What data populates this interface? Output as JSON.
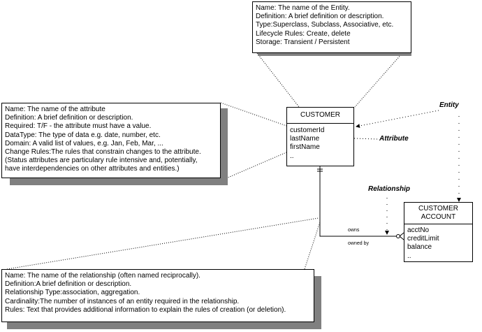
{
  "entity_note": {
    "lines": [
      "Name: The name of the Entity.",
      "Definition: A brief definition or description.",
      "Type:Superclass, Subclass, Associative, etc.",
      "Lifecycle Rules: Create, delete",
      "Storage: Transient / Persistent"
    ]
  },
  "attribute_note": {
    "lines": [
      "Name: The name of the attribute",
      "Definition: A brief definition or description.",
      "Required: T/F - the attribute must have a value.",
      "DataType: The type of data e.g. date, number, etc.",
      "Domain: A valid list of values, e.g. Jan, Feb, Mar, ...",
      "Change Rules:The rules that constrain changes to the attribute.",
      "(Status attributes are particulary rule intensive and, potentially,",
      "have interdependencies on other attributes and entities.)"
    ]
  },
  "relationship_note": {
    "lines": [
      "Name: The name of the relationship (often named reciprocally).",
      "Definition:A brief definition or description.",
      "Relationship Type:association, aggregation.",
      "Cardinality:The number of instances of an entity required in the relationship.",
      "Rules: Text that provides additional information to explain the rules of creation (or deletion)."
    ]
  },
  "customer": {
    "title": "CUSTOMER",
    "attributes": [
      "customerId",
      "lastName",
      "firstName",
      ".."
    ]
  },
  "customer_account": {
    "title_line1": "CUSTOMER",
    "title_line2": "ACCOUNT",
    "attributes": [
      "acctNo",
      "creditLimit",
      "balance",
      ".."
    ]
  },
  "labels": {
    "entity": "Entity",
    "attribute": "Attribute",
    "relationship": "Relationship",
    "owns": "owns",
    "owned_by": "owned by"
  }
}
